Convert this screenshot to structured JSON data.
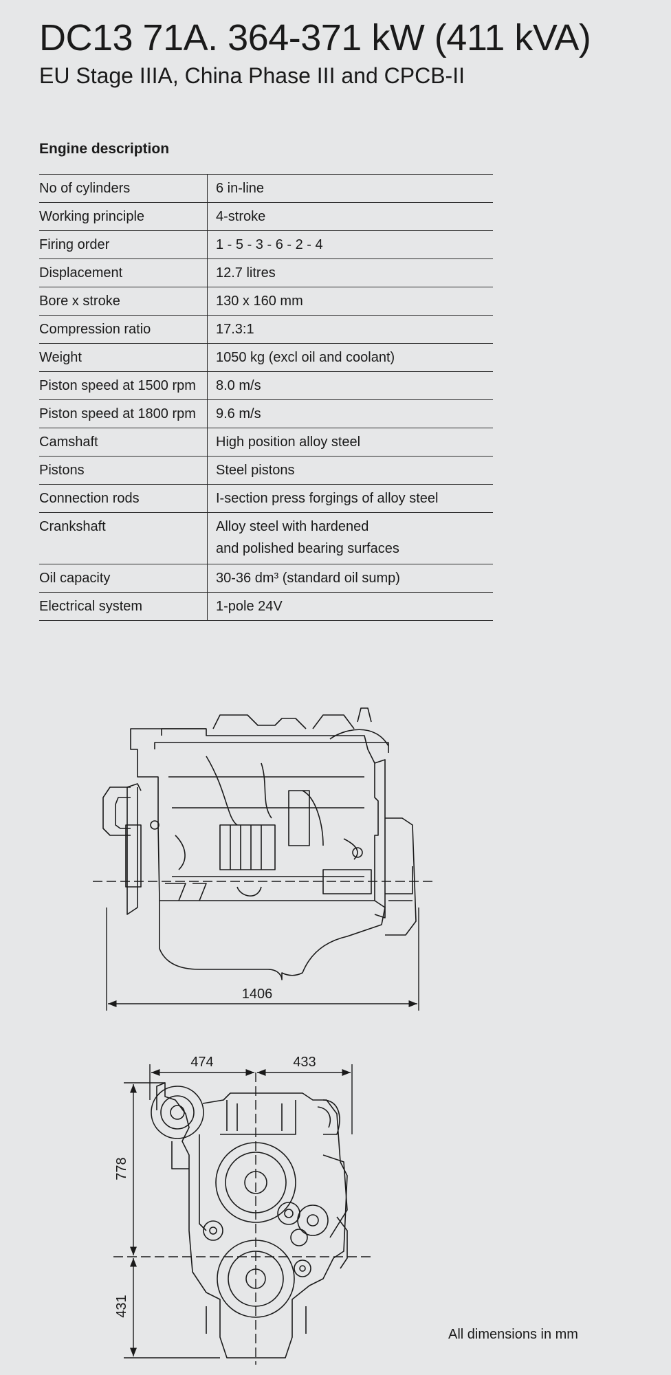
{
  "header": {
    "title": "DC13 71A. 364-371 kW (411 kVA)",
    "subtitle": "EU Stage IIIA, China Phase III and CPCB-II"
  },
  "engine_description": {
    "heading": "Engine description",
    "rows": [
      {
        "label": "No of cylinders",
        "value": "6 in-line"
      },
      {
        "label": "Working principle",
        "value": "4-stroke"
      },
      {
        "label": "Firing order",
        "value": "1 - 5 - 3 - 6 - 2 - 4"
      },
      {
        "label": "Displacement",
        "value": "12.7 litres"
      },
      {
        "label": "Bore x stroke",
        "value": "130 x 160 mm"
      },
      {
        "label": "Compression ratio",
        "value": "17.3:1"
      },
      {
        "label": "Weight",
        "value": "1050 kg (excl oil and coolant)"
      },
      {
        "label": "Piston speed at 1500 rpm",
        "value": "8.0 m/s"
      },
      {
        "label": "Piston speed at 1800 rpm",
        "value": "9.6 m/s"
      },
      {
        "label": "Camshaft",
        "value": "High position alloy steel"
      },
      {
        "label": "Pistons",
        "value": "Steel pistons"
      },
      {
        "label": "Connection rods",
        "value": "I-section press forgings of alloy steel"
      },
      {
        "label": "Crankshaft",
        "value": "Alloy steel with hardened\nand polished bearing surfaces"
      },
      {
        "label": "Oil capacity",
        "value": "30-36 dm³  (standard oil sump)"
      },
      {
        "label": "Electrical system",
        "value": "1-pole 24V"
      }
    ]
  },
  "drawings": {
    "side_view": {
      "length": "1406"
    },
    "front_view": {
      "left_width": "474",
      "right_width": "433",
      "upper_height": "778",
      "lower_height": "431"
    }
  },
  "footnote": "All dimensions in mm"
}
